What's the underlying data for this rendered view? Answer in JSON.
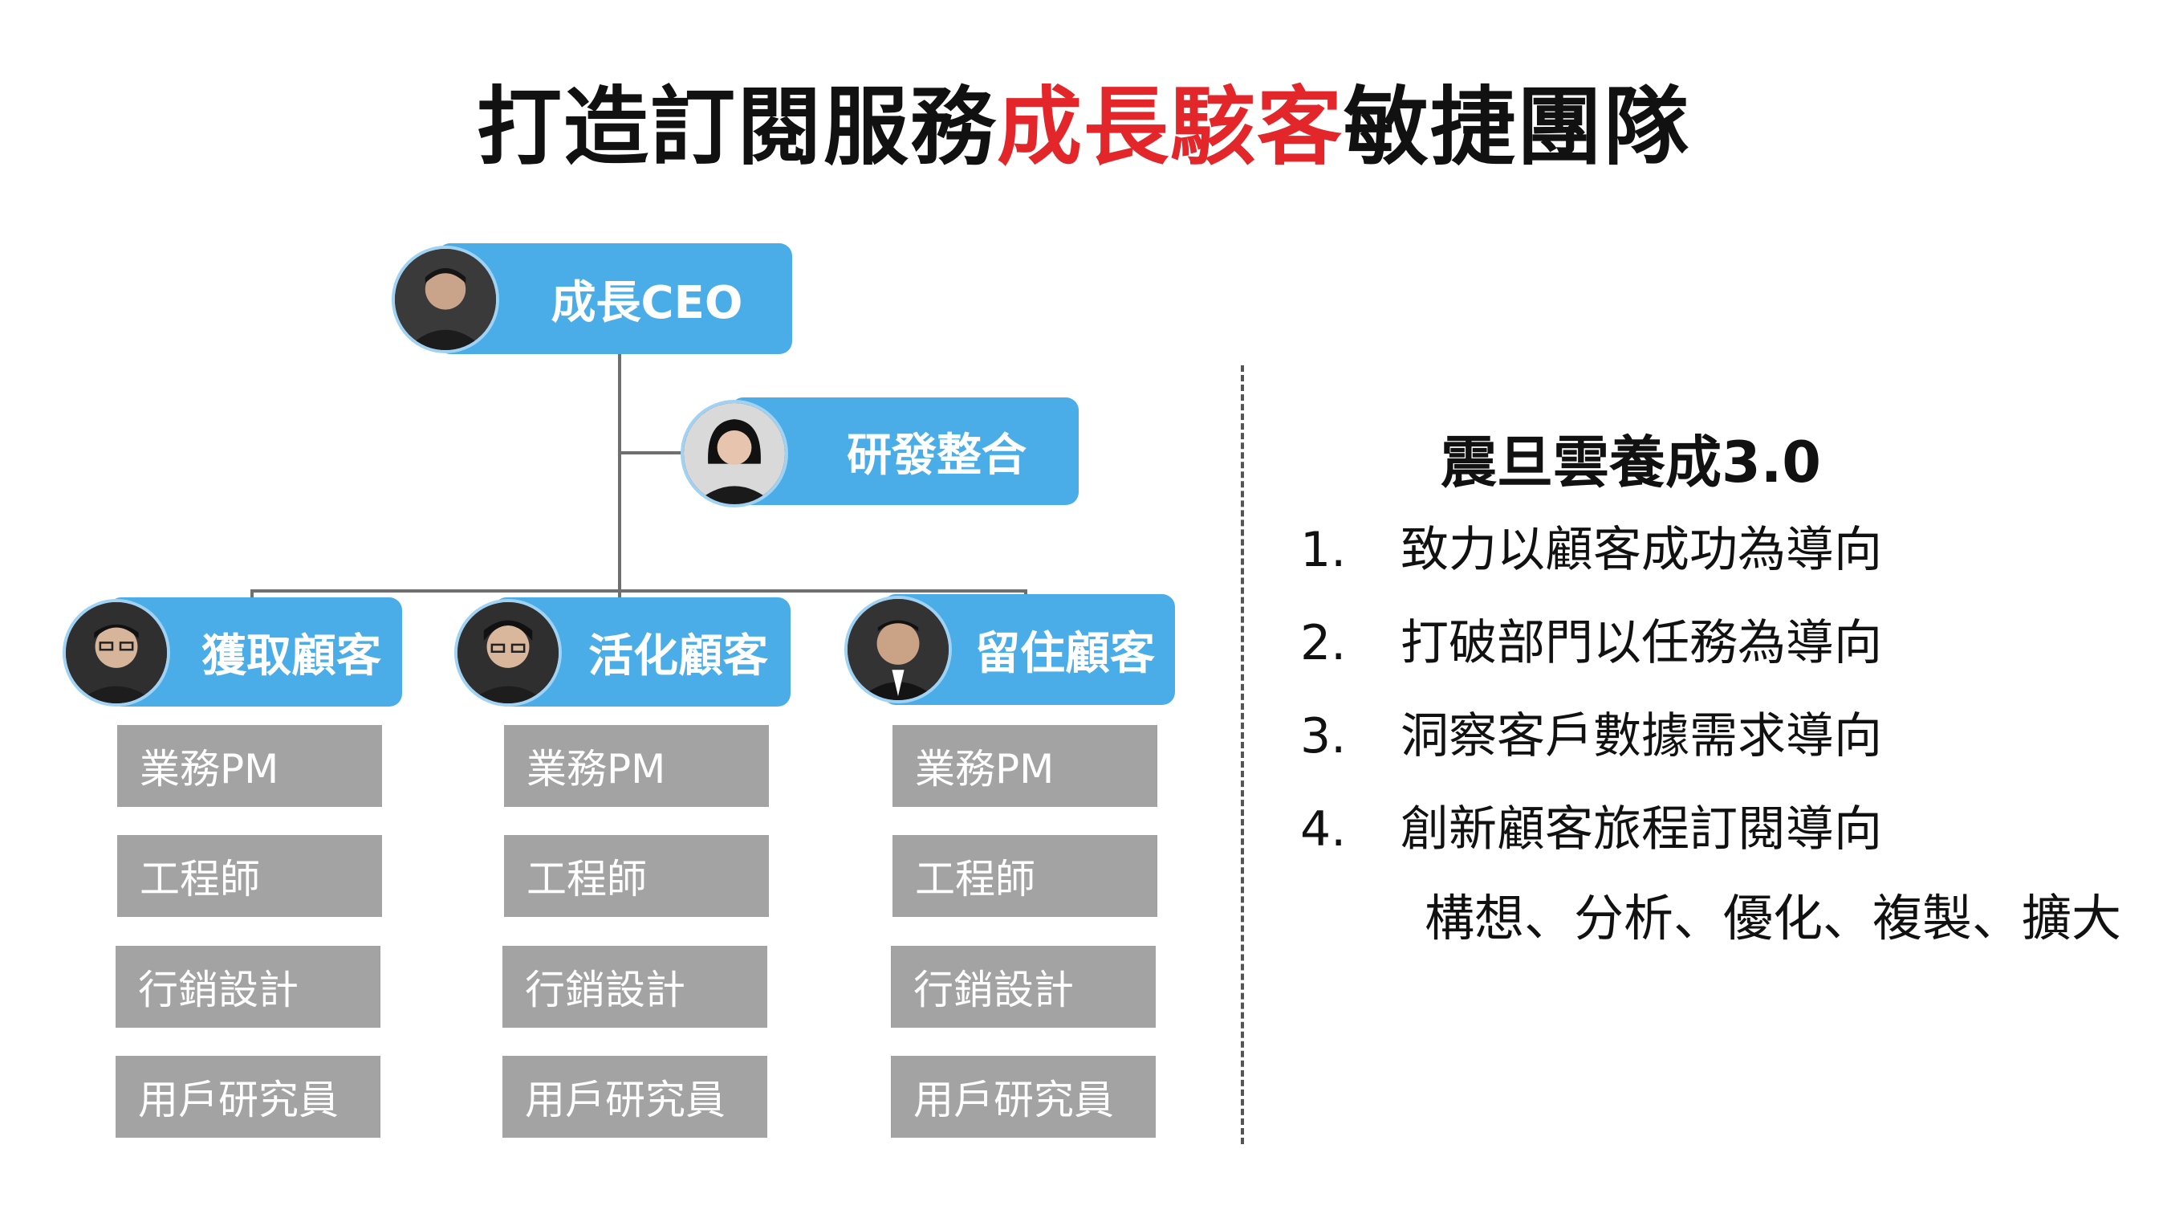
{
  "title": {
    "part1": "打造訂閱服務",
    "highlight": "成長駭客",
    "part2": "敏捷團隊"
  },
  "org": {
    "ceo": "成長CEO",
    "rnd": "研發整合",
    "teams": [
      {
        "label": "獲取顧客",
        "roles": [
          "業務PM",
          "工程師",
          "行銷設計",
          "用戶研究員"
        ]
      },
      {
        "label": "活化顧客",
        "roles": [
          "業務PM",
          "工程師",
          "行銷設計",
          "用戶研究員"
        ]
      },
      {
        "label": "留住顧客",
        "roles": [
          "業務PM",
          "工程師",
          "行銷設計",
          "用戶研究員"
        ]
      }
    ]
  },
  "side": {
    "title": "震旦雲養成3.0",
    "items": [
      {
        "num": "1.",
        "text": "致力以顧客成功為導向"
      },
      {
        "num": "2.",
        "text": "打破部門以任務為導向"
      },
      {
        "num": "3.",
        "text": "洞察客戶數據需求導向"
      },
      {
        "num": "4.",
        "text": "創新顧客旅程訂閱導向"
      }
    ],
    "sub": "構想、分析、優化、複製、擴大"
  },
  "colors": {
    "node": "#4bade8",
    "role": "#a3a3a3",
    "highlight": "#e3262a"
  }
}
